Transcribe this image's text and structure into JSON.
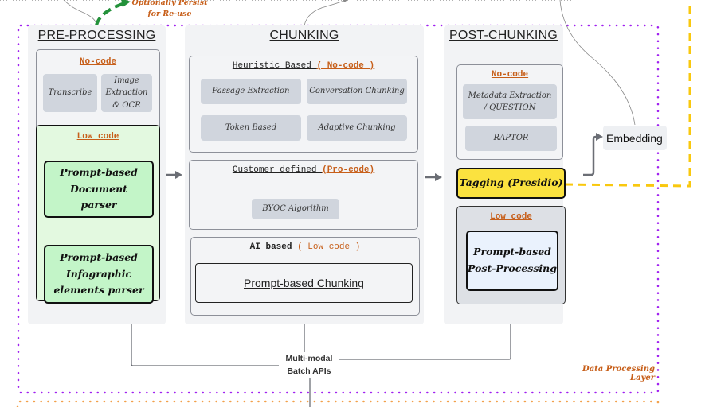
{
  "top_annotation": {
    "line1": "Optionally Persist",
    "line2": "for Re-use"
  },
  "layer_label": "Data Processing Layer",
  "colors": {
    "accent_orange": "#c75f1a",
    "purple_border": "#a020f0",
    "yellow": "#f9d71c",
    "green_light": "#e3f9e0",
    "green_box": "#c3f5c8",
    "blue_box": "#eaf2fd"
  },
  "preprocessing": {
    "title": "PRE-PROCESSING",
    "nocode": {
      "label": "No-code",
      "items": [
        "Transcribe",
        "Image Extraction & OCR"
      ]
    },
    "lowcode": {
      "label": "Low code",
      "items": [
        "Prompt-based Document parser",
        "Prompt-based Infographic elements parser"
      ]
    }
  },
  "chunking": {
    "title": "CHUNKING",
    "heuristic": {
      "label": "Heuristic Based",
      "tag": "( No-code )",
      "items": [
        "Passage Extraction",
        "Conversation Chunking",
        "Token Based",
        "Adaptive Chunking"
      ]
    },
    "customer": {
      "label": "Customer defined",
      "tag": "(Pro-code)",
      "items": [
        "BYOC Algorithm"
      ]
    },
    "ai": {
      "label": "AI based",
      "tag": "( Low code )",
      "items": [
        "Prompt-based Chunking"
      ]
    }
  },
  "postchunking": {
    "title": "POST-CHUNKING",
    "nocode": {
      "label": "No-code",
      "items": [
        "Metadata Extraction / QUESTION",
        "RAPTOR"
      ]
    },
    "tagging": "Tagging (Presidio)",
    "lowcode": {
      "label": "Low code",
      "items": [
        "Prompt-based Post-Processing"
      ]
    }
  },
  "embedding": "Embedding",
  "batch": {
    "line1": "Multi-modal",
    "line2": "Batch APIs"
  }
}
